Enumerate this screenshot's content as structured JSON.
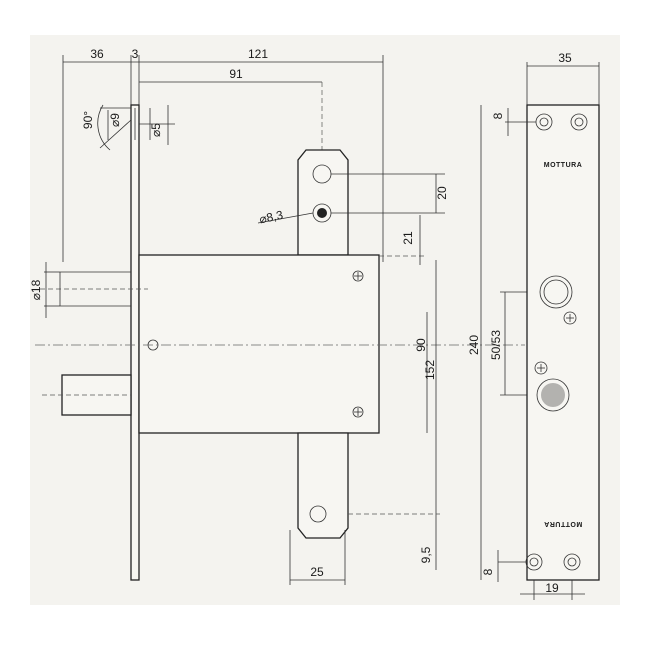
{
  "drawing": {
    "paper_color": "#f4f3ef",
    "line_color": "#222222",
    "brand_top": "MOTTURA",
    "brand_bottom": "MOTTURA"
  },
  "dimensions": {
    "backset_36": "36",
    "faceplate_3": "3",
    "total_121": "121",
    "depth_91": "91",
    "angle_90": "90°",
    "dia_9": "⌀9",
    "dia_5": "⌀5",
    "dia_83": "⌀8,3",
    "offset_20": "20",
    "offset_21": "21",
    "dia_18": "⌀18",
    "case_90": "90",
    "spacing_152": "152",
    "height_240": "240",
    "cyl_5053": "50/53",
    "bottom_95": "9,5",
    "width_25": "25",
    "plate_35": "35",
    "top_8": "8",
    "bottom_8": "8",
    "holes_19": "19"
  }
}
